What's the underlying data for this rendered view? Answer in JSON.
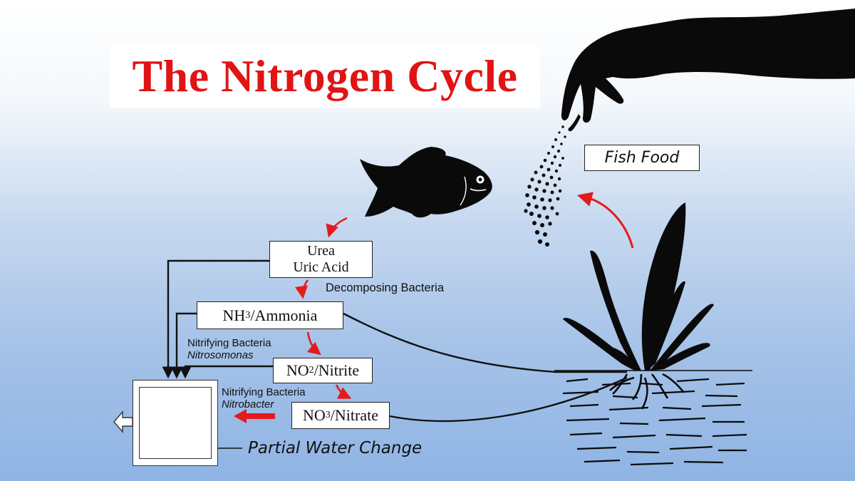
{
  "title": "The Nitrogen Cycle",
  "boxes": {
    "urea_line1": "Urea",
    "urea_line2": "Uric Acid",
    "ammonia_formula": "NH",
    "ammonia_sub": "3",
    "ammonia_name": "/Ammonia",
    "nitrite_formula": "NO",
    "nitrite_sub": "2",
    "nitrite_name": "/Nitrite",
    "nitrate_formula": "NO",
    "nitrate_sub": "3",
    "nitrate_name": "/Nitrate",
    "fish_food": "Fish Food"
  },
  "labels": {
    "decomposing": "Decomposing Bacteria",
    "nitrifying_1": "Nitrifying Bacteria",
    "nitrosomonas": "Nitrosomonas",
    "nitrifying_2": "Nitrifying Bacteria",
    "nitrobacter": "Nitrobacter",
    "partial_water_change": "Partial Water Change"
  },
  "colors": {
    "title_red": "#e01414",
    "arrow_red": "#e41b1b",
    "silhouette": "#0a0a0a"
  },
  "icons": [
    "hand-icon",
    "fish-icon",
    "plant-icon",
    "fish-food-pellets-icon",
    "tank-icon"
  ]
}
